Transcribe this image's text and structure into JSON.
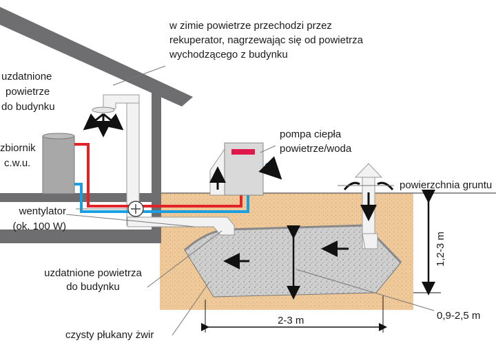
{
  "labels": {
    "winter_note": [
      "w zimie powietrze przechodzi przez",
      "rekuperator, nagrzewając się od powietrza",
      "wychodzącego z budynku"
    ],
    "treated_air_in": [
      "uzdatnione",
      "powietrze",
      "do budynku"
    ],
    "tank": [
      "zbiornik",
      "c.w.u."
    ],
    "heat_pump": [
      "pompa ciepła",
      "powietrze/woda"
    ],
    "ground_surface": "powierzchnia gruntu",
    "fan": [
      "wentylator",
      "(ok. 100 W)"
    ],
    "treated_air_to_building": [
      "uzdatnione powietrza",
      "do budynku"
    ],
    "gravel": "czysty płukany żwir",
    "depth": "1,2-3 m",
    "width": "2-3 m",
    "bed_height": "0,9-2,5 m"
  },
  "colors": {
    "house": "#6e6e70",
    "soil": "#efc99a",
    "gravel": "#cfcfcf",
    "hot_pipe": "#e2232a",
    "cold_pipe": "#1aa0e0",
    "duct": "#f2f2f2",
    "pump_display": "#e0174a"
  }
}
